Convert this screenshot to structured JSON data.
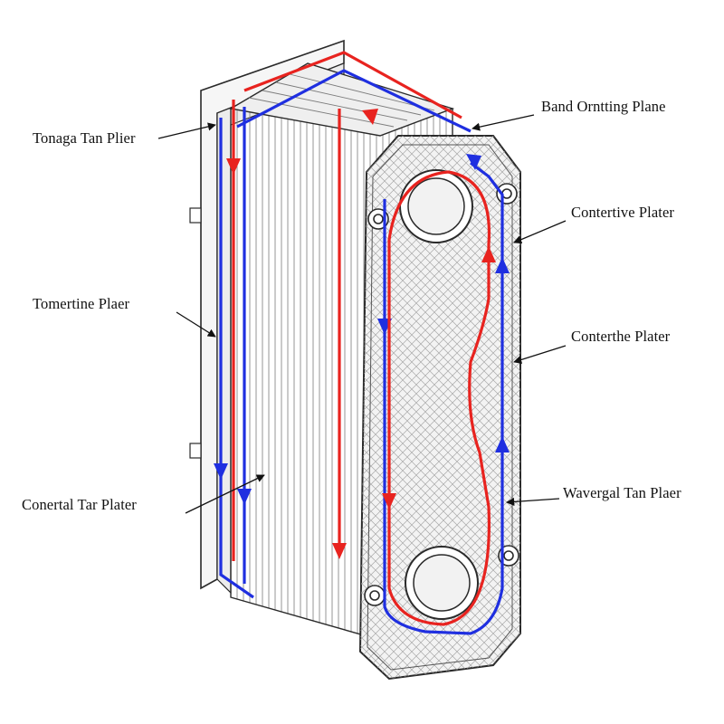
{
  "labels": {
    "left_top": "Tonaga Tan Plier",
    "left_middle": "Tomertine Plaer",
    "left_bottom": "Conertal Tar Plater",
    "right_top": "Band Orntting Plane",
    "right_upper": "Contertive Plater",
    "right_middle": "Conterthe Plater",
    "right_lower": "Wavergal Tan Plaer"
  },
  "colors": {
    "hot_flow": "#e8231f",
    "cold_flow": "#1f2fe0",
    "outline": "#2a2a2a",
    "plate_fill": "#f3f3f3"
  }
}
